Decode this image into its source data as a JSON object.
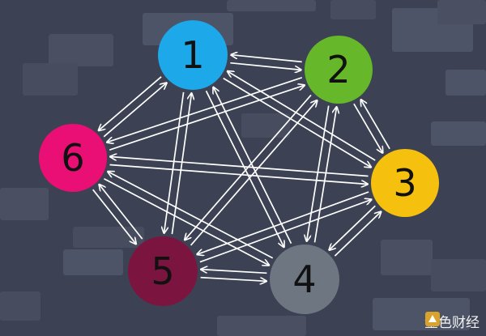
{
  "nodes": [
    {
      "id": "1",
      "label": "1",
      "color": "#1da8ea"
    },
    {
      "id": "2",
      "label": "2",
      "color": "#66b82a"
    },
    {
      "id": "3",
      "label": "3",
      "color": "#f6c10e"
    },
    {
      "id": "4",
      "label": "4",
      "color": "#6e7682"
    },
    {
      "id": "5",
      "label": "5",
      "color": "#7c1440"
    },
    {
      "id": "6",
      "label": "6",
      "color": "#ea0f74"
    }
  ],
  "edges": [
    [
      "1",
      "2"
    ],
    [
      "1",
      "3"
    ],
    [
      "1",
      "4"
    ],
    [
      "1",
      "5"
    ],
    [
      "1",
      "6"
    ],
    [
      "2",
      "3"
    ],
    [
      "2",
      "4"
    ],
    [
      "2",
      "5"
    ],
    [
      "2",
      "6"
    ],
    [
      "3",
      "4"
    ],
    [
      "3",
      "5"
    ],
    [
      "3",
      "6"
    ],
    [
      "4",
      "5"
    ],
    [
      "4",
      "6"
    ],
    [
      "5",
      "6"
    ]
  ],
  "colors": {
    "background": "#3c4253",
    "arrow": "#ffffff"
  },
  "watermark": {
    "text": "金色财经",
    "icon": "gold-logo-icon"
  }
}
